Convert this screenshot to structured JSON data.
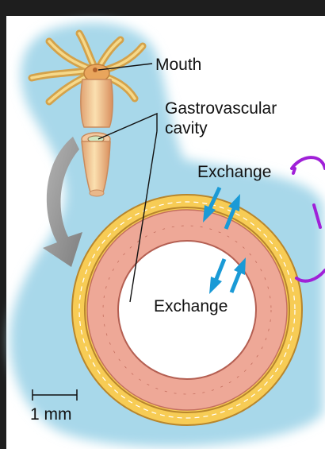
{
  "labels": {
    "mouth": "Mouth",
    "gastrovascular_1": "Gastrovascular",
    "gastrovascular_2": "cavity",
    "exchange_top": "Exchange",
    "exchange_inner": "Exchange",
    "scale": "1 mm"
  },
  "icons": {
    "exchange_arrows": "double-arrow-icon",
    "curved_arrow": "curved-arrow-icon"
  },
  "colors": {
    "background": "#1e1e1e",
    "fluid": "#a8d8ea",
    "arrow_blue": "#1a9ad6",
    "annotation": "#a020d8",
    "ring_outer": "#f3c64c",
    "ring_inner": "#e8a292",
    "panel": "#ffffff"
  }
}
